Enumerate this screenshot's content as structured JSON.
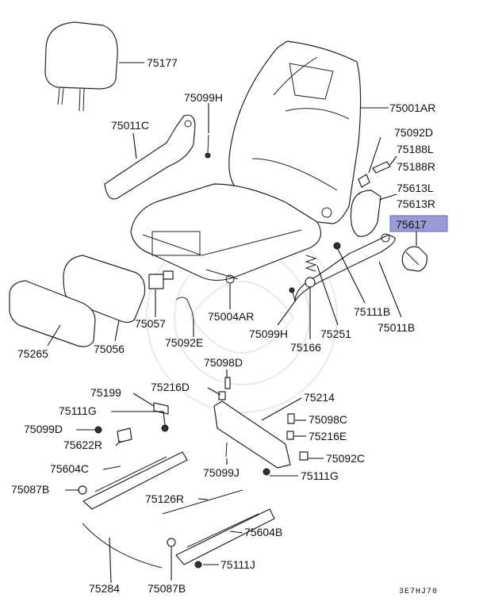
{
  "labels": {
    "p75177": "75177",
    "p75099H_a": "75099H",
    "p75001AR": "75001AR",
    "p75011C": "75011C",
    "p75092D": "75092D",
    "p75188L": "75188L",
    "p75188R": "75188R",
    "p75613L": "75613L",
    "p75613R": "75613R",
    "p75617": "75617",
    "p75057": "75057",
    "p75004AR": "75004AR",
    "p75111B": "75111B",
    "p75011B": "75011B",
    "p75099H_b": "75099H",
    "p75251": "75251",
    "p75092E": "75092E",
    "p75166": "75166",
    "p75265": "75265",
    "p75056": "75056",
    "p75098D": "75098D",
    "p75199": "75199",
    "p75216D": "75216D",
    "p75214": "75214",
    "p75111G_a": "75111G",
    "p75098C": "75098C",
    "p75099D": "75099D",
    "p75216E": "75216E",
    "p75622R": "75622R",
    "p75092C": "75092C",
    "p75604C": "75604C",
    "p75099J": "75099J",
    "p75111G_b": "75111G",
    "p75087B_a": "75087B",
    "p75126R": "75126R",
    "p75604B": "75604B",
    "p75111J": "75111J",
    "p75284": "75284",
    "p75087B_b": "75087B",
    "diagram_code": "3E7HJ70"
  },
  "highlight": {
    "part": "75617",
    "color": "#9b9bd9"
  }
}
